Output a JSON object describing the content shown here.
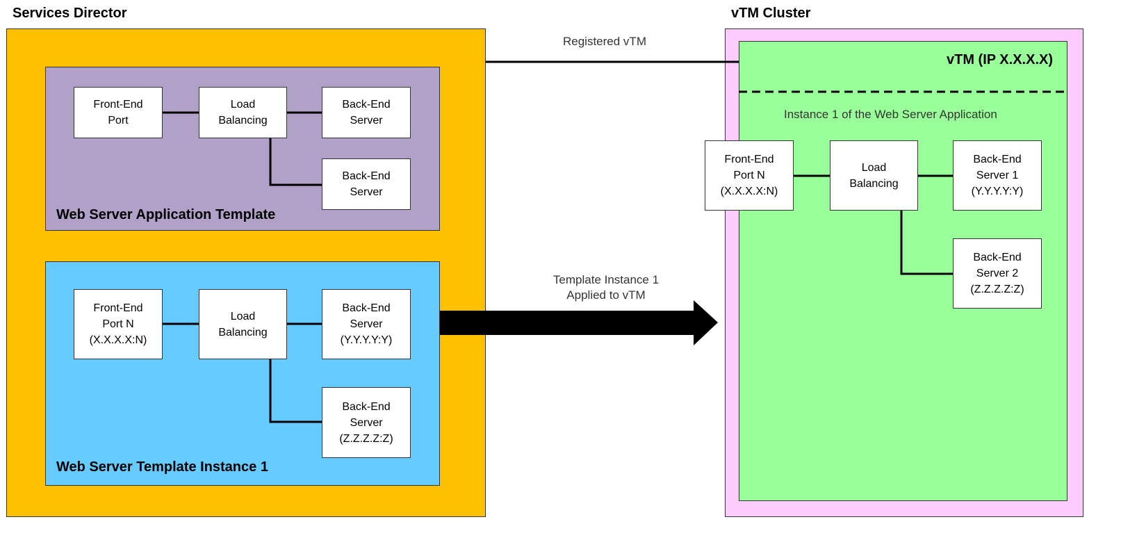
{
  "colors": {
    "services_director_bg": "#FFC000",
    "app_template_bg": "#B1A0C7",
    "template_instance_bg": "#66CCFF",
    "vtm_cluster_bg": "#FFCCFF",
    "vtm_bg": "#99FF99",
    "node_bg": "#FFFFFF"
  },
  "services_director": {
    "title": "Services Director",
    "app_template": {
      "label": "Web Server Application Template",
      "front_end": [
        "Front-End",
        "Port"
      ],
      "load_balancing": [
        "Load",
        "Balancing"
      ],
      "back_end_1": [
        "Back-End",
        "Server"
      ],
      "back_end_2": [
        "Back-End",
        "Server"
      ]
    },
    "template_instance": {
      "label": "Web Server Template Instance 1",
      "front_end": [
        "Front-End",
        "Port N",
        "(X.X.X.X:N)"
      ],
      "load_balancing": [
        "Load",
        "Balancing"
      ],
      "back_end_1": [
        "Back-End",
        "Server",
        "(Y.Y.Y.Y:Y)"
      ],
      "back_end_2": [
        "Back-End",
        "Server",
        "(Z.Z.Z.Z:Z)"
      ]
    }
  },
  "connections": {
    "registered_label": "Registered vTM",
    "applied_label": [
      "Template Instance 1",
      "Applied to vTM"
    ]
  },
  "vtm_cluster": {
    "title": "vTM Cluster",
    "vtm": {
      "label": "vTM (IP X.X.X.X)",
      "instance_label": "Instance 1 of the Web Server Application",
      "front_end": [
        "Front-End",
        "Port N",
        "(X.X.X.X:N)"
      ],
      "load_balancing": [
        "Load",
        "Balancing"
      ],
      "back_end_1": [
        "Back-End",
        "Server 1",
        "(Y.Y.Y.Y:Y)"
      ],
      "back_end_2": [
        "Back-End",
        "Server 2",
        "(Z.Z.Z.Z:Z)"
      ]
    }
  }
}
